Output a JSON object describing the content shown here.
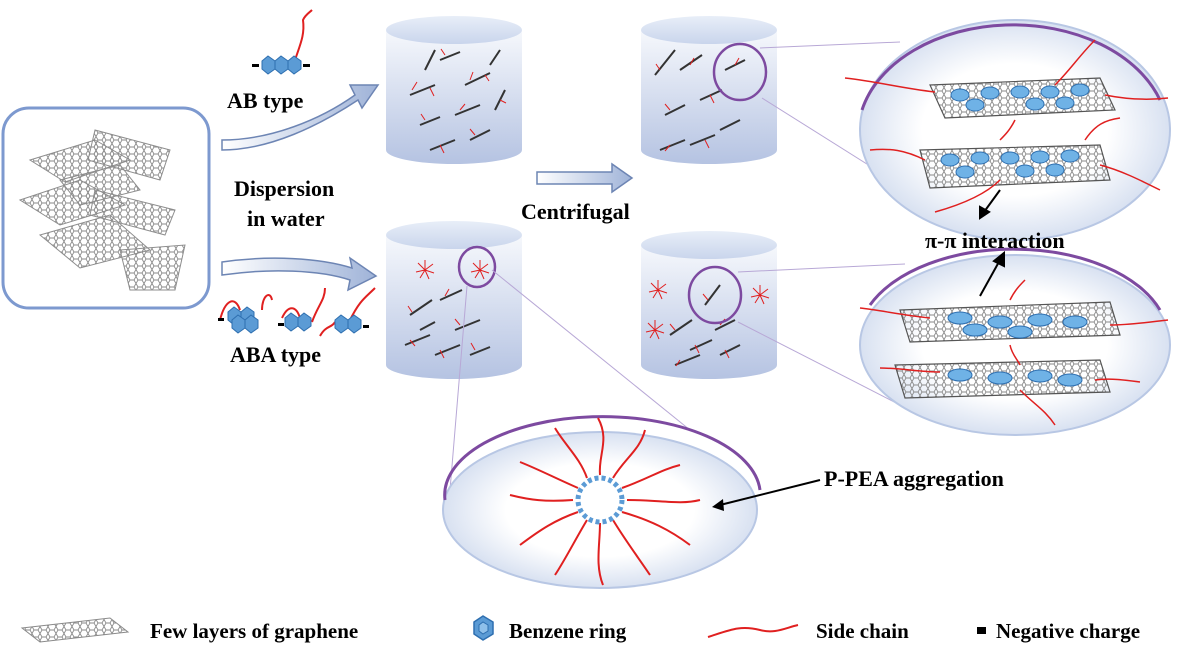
{
  "labels": {
    "ab_type": "AB type",
    "aba_type": "ABA type",
    "dispersion_line1": "Dispersion",
    "dispersion_line2": "in water",
    "centrifugal": "Centrifugal",
    "pi_pi": "π-π interaction",
    "aggregation": "P-PEA aggregation"
  },
  "legend": {
    "graphene": "Few layers of graphene",
    "benzene": "Benzene ring",
    "side_chain": "Side chain",
    "negative_charge": "Negative charge"
  },
  "colors": {
    "frame": "#6d8fc9",
    "arrow_fill": "#b7c7e2",
    "side_chain": "#e02020",
    "benzene": "#5b9bd5",
    "zoom_border": "#7d4aa0",
    "vial_bottom": "#b9c6e3",
    "vial_top": "#f5f7fb"
  }
}
